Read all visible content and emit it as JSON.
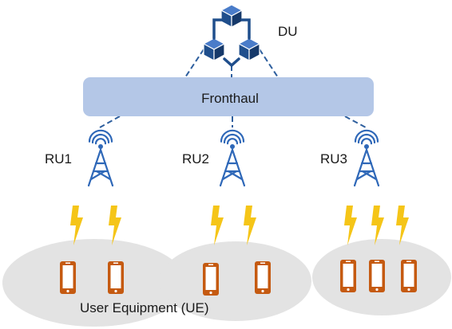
{
  "du": {
    "label": "DU",
    "icon": "cube-cluster-icon"
  },
  "fronthaul": {
    "label": "Fronthaul"
  },
  "radio_units": [
    {
      "label": "RU1",
      "icon": "cell-tower-icon",
      "ue_count": 2
    },
    {
      "label": "RU2",
      "icon": "cell-tower-icon",
      "ue_count": 2
    },
    {
      "label": "RU3",
      "icon": "cell-tower-icon",
      "ue_count": 3
    }
  ],
  "ue_caption": "User Equipment (UE)",
  "colors": {
    "du_blue": "#1f4e8c",
    "link": "#2e5f9e",
    "fronthaul_fill": "#b4c7e7",
    "tower": "#2f68b8",
    "lightning": "#f5c518",
    "phone": "#c55a11",
    "cell_area": "#e3e3e3"
  }
}
